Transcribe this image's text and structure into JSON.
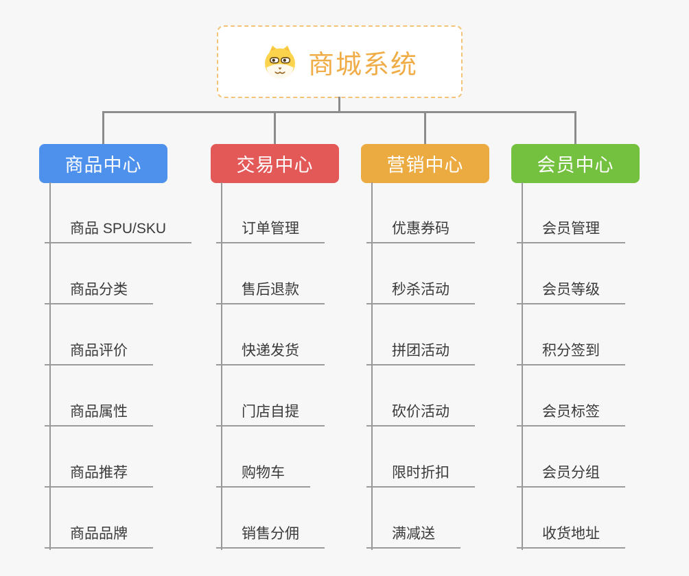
{
  "root": {
    "title": "商城系统",
    "icon": "shiba-dog-icon",
    "title_color": "#f0ac47",
    "border_color": "#f3c478"
  },
  "connector_color": "#8c8c8c",
  "leaf_text_color": "#3a3a3a",
  "background_color": "#f7f7f7",
  "branches": [
    {
      "label": "商品中心",
      "color": "#4e91ec",
      "items": [
        "商品 SPU/SKU",
        "商品分类",
        "商品评价",
        "商品属性",
        "商品推荐",
        "商品品牌"
      ]
    },
    {
      "label": "交易中心",
      "color": "#e25958",
      "items": [
        "订单管理",
        "售后退款",
        "快递发货",
        "门店自提",
        "购物车",
        "销售分佣"
      ]
    },
    {
      "label": "营销中心",
      "color": "#ebab41",
      "items": [
        "优惠券码",
        "秒杀活动",
        "拼团活动",
        "砍价活动",
        "限时折扣",
        "满减送"
      ]
    },
    {
      "label": "会员中心",
      "color": "#74c13f",
      "items": [
        "会员管理",
        "会员等级",
        "积分签到",
        "会员标签",
        "会员分组",
        "收货地址"
      ]
    }
  ]
}
